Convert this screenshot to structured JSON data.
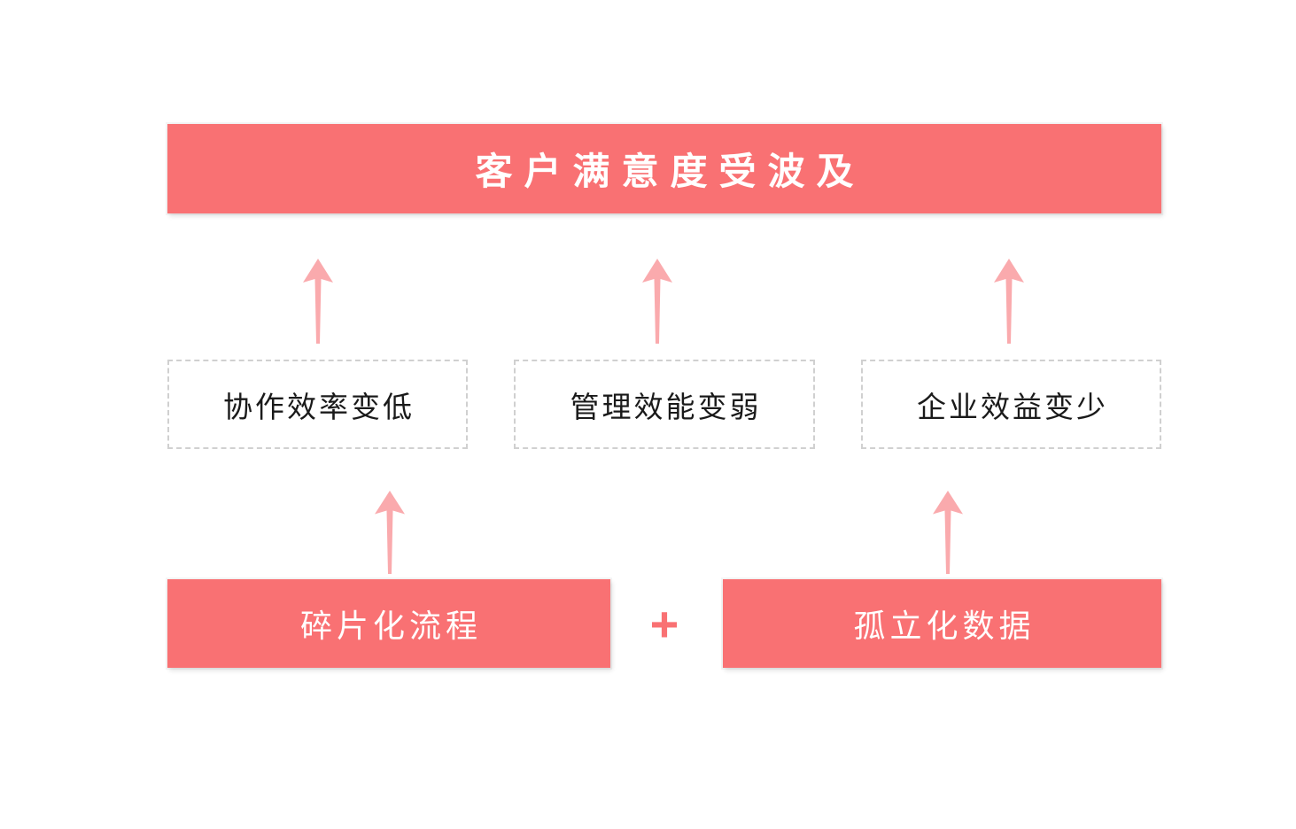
{
  "colors": {
    "accent": "#F97173",
    "arrow": "#FAAAAD",
    "plus": "#F97173",
    "dashed_border": "#D0D0D0",
    "text_dark": "#1A1A1A",
    "text_light": "#FFFFFF",
    "background": "#FFFFFF"
  },
  "diagram": {
    "title_box": {
      "label": "客户满意度受波及"
    },
    "middle_boxes": [
      {
        "label": "协作效率变低"
      },
      {
        "label": "管理效能变弱"
      },
      {
        "label": "企业效益变少"
      }
    ],
    "bottom_boxes": [
      {
        "label": "碎片化流程"
      },
      {
        "label": "孤立化数据"
      }
    ],
    "plus_sign": "+",
    "icons": {
      "up_arrow": "up-arrow-icon"
    }
  }
}
